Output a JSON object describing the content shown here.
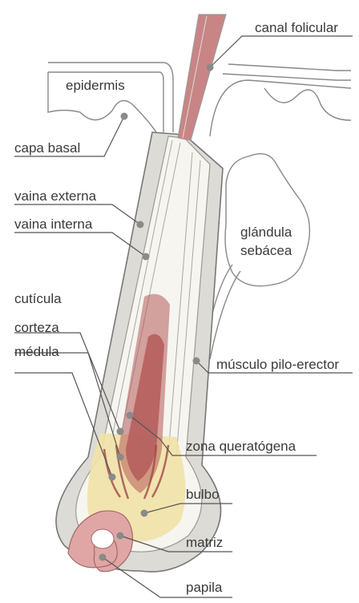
{
  "labels": {
    "canal_folicular": "canal folicular",
    "epidermis": "epidermis",
    "capa_basal": "capa basal",
    "vaina_externa": "vaina externa",
    "vaina_interna": "vaina interna",
    "glandula_1": "glándula",
    "glandula_2": "sebácea",
    "cuticula": "cutícula",
    "corteza": "corteza",
    "medula": "médula",
    "musculo": "músculo pilo-erector",
    "zona": "zona queratógena",
    "bulbo": "bulbo",
    "matriz": "matriz",
    "papila": "papila"
  },
  "colors": {
    "sheath_fill": "#dcdbd6",
    "outline": "#777777",
    "hair_red": "#b45a5a",
    "bulb_yellow": "#f2e2a6",
    "papilla_pink": "#e0a6a6",
    "leader": "#555555",
    "dot": "#8a8a8a"
  }
}
